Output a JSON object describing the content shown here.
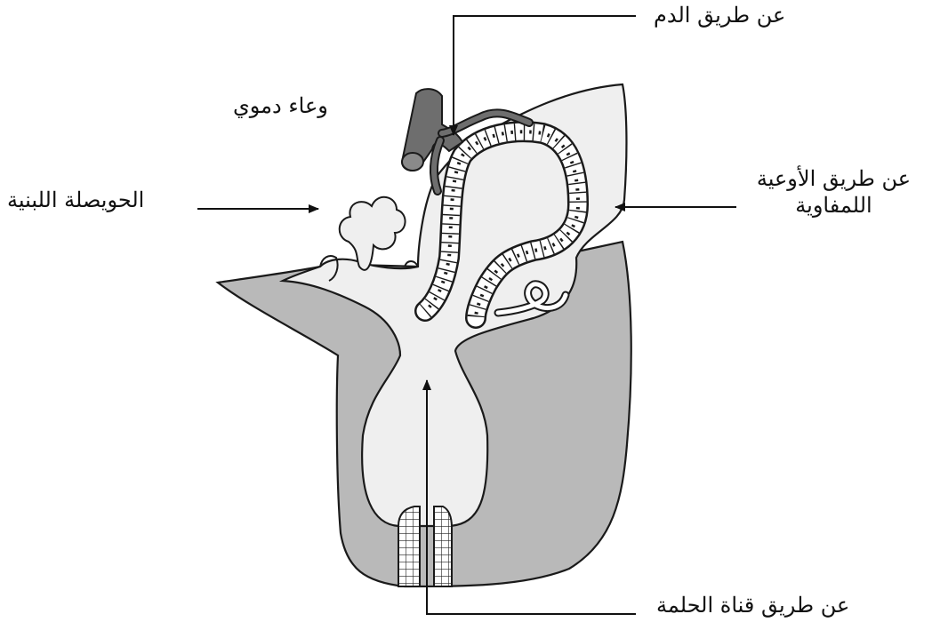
{
  "labels": {
    "blood_route": "عن طريق الدم",
    "blood_vessel": "وعاء دموي",
    "alveolus": "الحويصلة اللبنية",
    "lymph_route_line1": "عن طريق الأوعية",
    "lymph_route_line2": "اللمفاوية",
    "duct_route": "عن طريق قناة الحلمة"
  },
  "colors": {
    "outer_tissue": "#b9b9b9",
    "inner_tissue": "#efefef",
    "vessel": "#6e6e6e",
    "outline": "#1a1a1a"
  }
}
